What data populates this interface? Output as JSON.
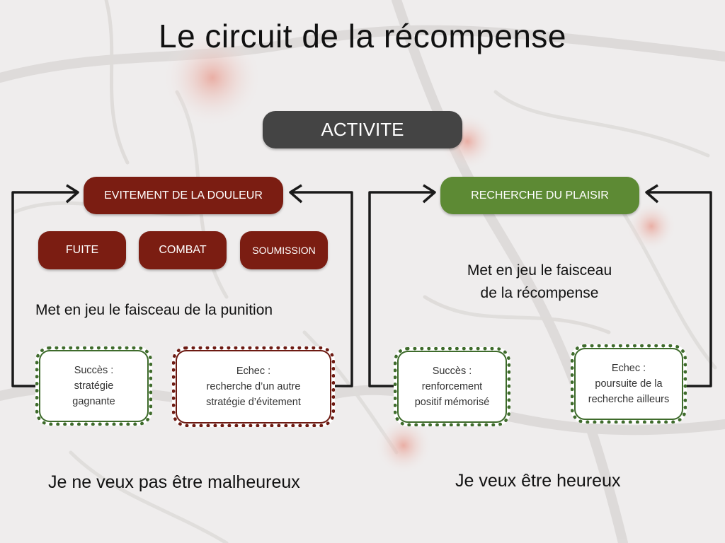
{
  "title": "Le circuit de la récompense",
  "activity": "ACTIVITE",
  "left": {
    "header": "EVITEMENT DE LA DOULEUR",
    "actions": [
      "FUITE",
      "COMBAT",
      "SOUMISSION"
    ],
    "note": "Met en jeu le faisceau de la punition",
    "success": [
      "Succès :",
      "stratégie",
      "gagnante"
    ],
    "failure": [
      "Echec :",
      "recherche d’un autre",
      "stratégie d’évitement"
    ],
    "conclusion": "Je ne veux pas être malheureux"
  },
  "right": {
    "header": "RECHERCHE DU PLAISIR",
    "note": [
      "Met en jeu le faisceau",
      "de la récompense"
    ],
    "success": [
      "Succès :",
      "renforcement",
      "positif mémorisé"
    ],
    "failure": [
      "Echec :",
      "poursuite de la",
      "recherche ailleurs"
    ],
    "conclusion": "Je veux être heureux"
  },
  "colors": {
    "activity": "#444444",
    "pain": "#7b1d12",
    "pleasure": "#5d8a34",
    "success_border": "#3e6b2b",
    "failure_border": "#6d1a12"
  }
}
